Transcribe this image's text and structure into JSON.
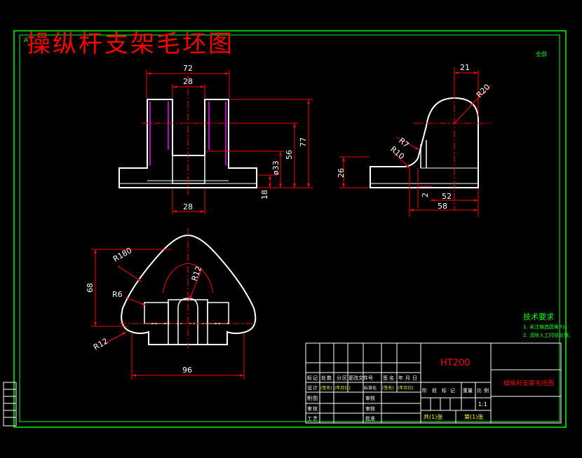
{
  "header": {
    "title": "操纵杆支架毛坯图",
    "title_prefix": "A",
    "roughness_note": "全部"
  },
  "views": {
    "front": {
      "dims": {
        "width_top": "72",
        "slot_width": "28",
        "height_total": "77",
        "height_inner": "56",
        "hole_diameter": "ø33",
        "base_height": "18",
        "bottom_width": "28"
      }
    },
    "side": {
      "dims": {
        "top_offset": "21",
        "r_top": "R20",
        "r_small": "R7",
        "r_fillet": "R10",
        "height": "26",
        "len_52": "52",
        "len_58": "58",
        "thick_2": "2"
      }
    },
    "top": {
      "dims": {
        "r_outer": "R180",
        "height_68": "68",
        "r6": "R6",
        "r12_inner": "R12",
        "r12_corner": "R12",
        "width_96": "96"
      }
    }
  },
  "tech_requirements": {
    "title": "技术要求",
    "items": [
      "1. 未注铸造圆角R1。",
      "2. 清除人工时效处理。"
    ]
  },
  "title_block": {
    "material": "HT200",
    "part_name": "操纵杆支架毛坯图",
    "scale": "1:1",
    "header_row": [
      "标",
      "记",
      "处",
      "数",
      "分",
      "区",
      "更改文件号",
      "签",
      "名",
      "年",
      "月",
      "日"
    ],
    "row_design": [
      "设",
      "计",
      "(签名)",
      "(年月日)",
      "标准化",
      "(签名)",
      "(年月日)"
    ],
    "row_check": [
      "制",
      "图"
    ],
    "row_review": [
      "审",
      "核"
    ],
    "row_process": [
      "工",
      "艺"
    ],
    "mid_labels": [
      "审核",
      "审核",
      "批准"
    ],
    "stage_labels": [
      "阶",
      "段",
      "标",
      "记",
      "重量",
      "比",
      "例"
    ],
    "sheets_total": "共(1)张",
    "sheet_no": "第(1)张"
  },
  "colors": {
    "background": "#000000",
    "frame": "#00ff00",
    "outline": "#ffffff",
    "dimension": "#ff0000",
    "hidden": "#ff00ff",
    "text_green": "#00ff00",
    "text_red": "#ff0000",
    "text_tech": "#00ff00"
  }
}
